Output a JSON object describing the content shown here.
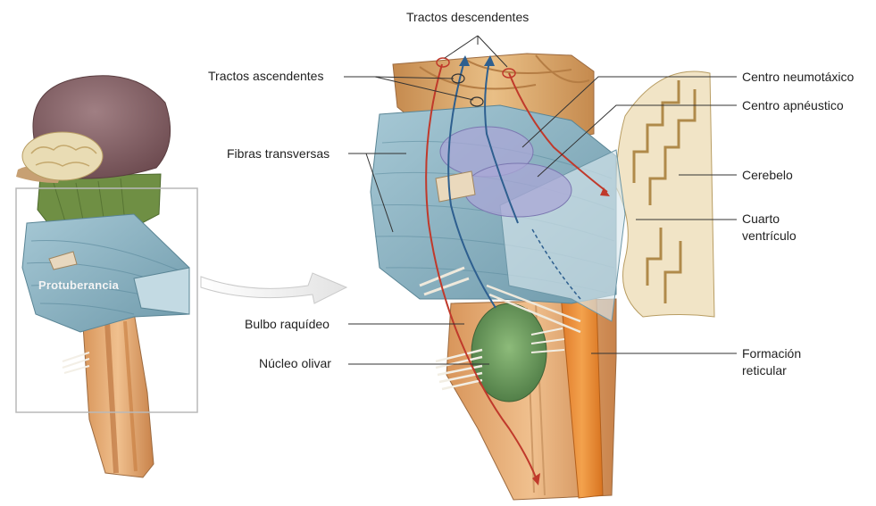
{
  "labels": {
    "tractos_descendentes": "Tractos descendentes",
    "tractos_ascendentes": "Tractos ascendentes",
    "fibras_transversas": "Fibras transversas",
    "bulbo_raquideo": "Bulbo raquídeo",
    "nucleo_olivar": "Núcleo olivar",
    "centro_neumotaxico": "Centro neumotáxico",
    "centro_apneustico": "Centro apnéustico",
    "cerebelo": "Cerebelo",
    "cuarto_ventriculo_1": "Cuarto",
    "cuarto_ventriculo_2": "ventrículo",
    "formacion_reticular_1": "Formación",
    "formacion_reticular_2": "reticular",
    "protuberancia": "Protuberancia"
  },
  "colors": {
    "pons_blue": "#8fb7c6",
    "pons_blue_dark": "#6f9aab",
    "midbrain_tan": "#d9a86f",
    "cerebrum_purple": "#8a6468",
    "cerebellum_cream": "#e7d3a8",
    "medulla_orange": "#e08a3c",
    "olive_green": "#6e9a5e",
    "tract_red": "#c0392b",
    "tract_blue": "#2e5f8f",
    "center_lavender": "#a9a7d6",
    "leader_line": "#333333"
  }
}
